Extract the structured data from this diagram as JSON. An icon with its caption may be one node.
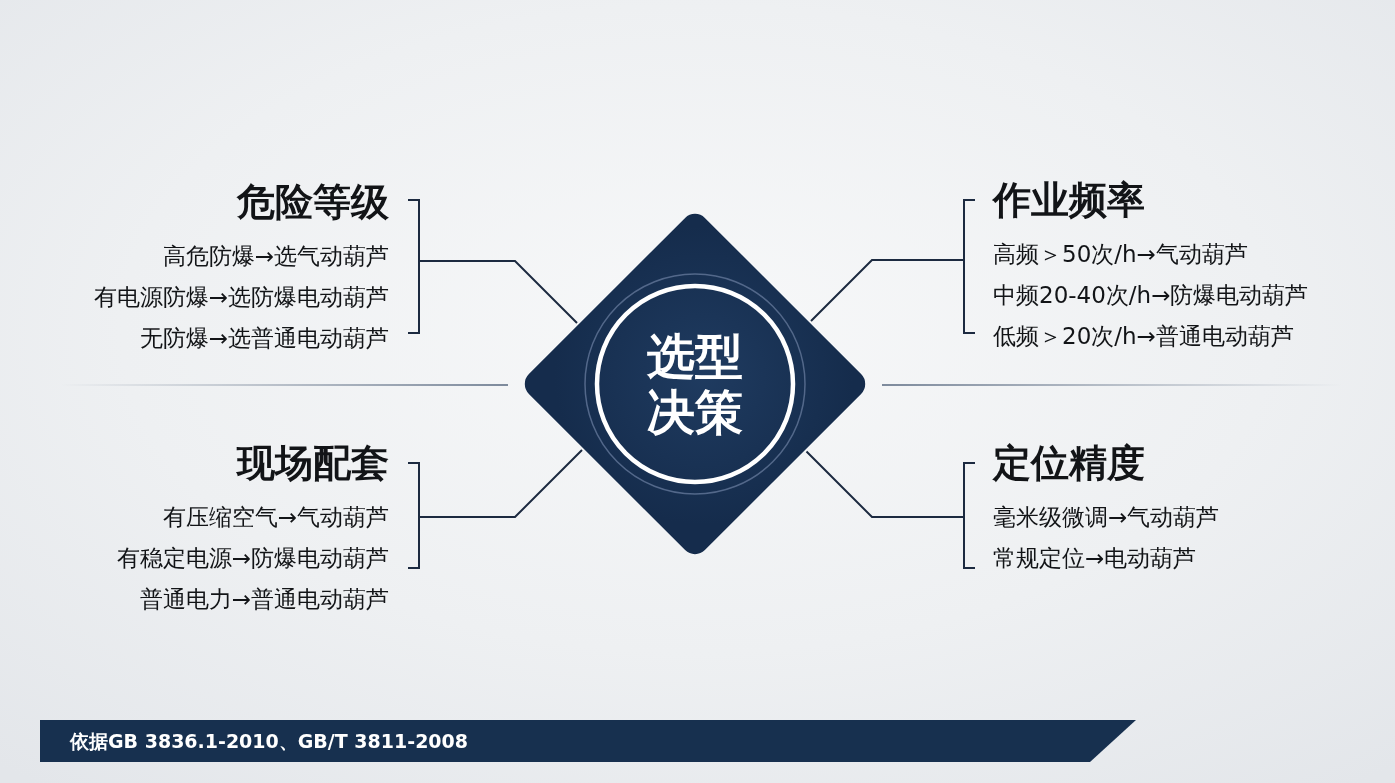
{
  "diagram": {
    "nodes": [
      {
        "text": [
          "危险等级",
          "高危防爆→选气动葫芦",
          "有电源防爆→选防爆电动葫芦",
          "无防爆→选普通电动葫芦"
        ]
      },
      {
        "text": [
          "作业频率",
          "高频＞50次/h→气动葫芦",
          "中频20-40次/h→防爆电动葫芦",
          "低频＞20次/h→普通电动葫芦"
        ]
      },
      {
        "text": [
          "选型决策"
        ]
      },
      {
        "text": [
          "现场配套",
          "有压缩空气→气动葫芦",
          "有稳定电源→防爆电动葫芦",
          "普通电力→普通电动葫芦"
        ]
      },
      {
        "text": [
          "定位精度",
          "毫米级微调→气动葫芦",
          "常规定位→电动葫芦"
        ]
      }
    ],
    "edges": [
      {
        "from": 0,
        "to": 2,
        "arrow": "none"
      },
      {
        "from": 1,
        "to": 2,
        "arrow": "none"
      },
      {
        "from": 3,
        "to": 2,
        "arrow": "none"
      },
      {
        "from": 4,
        "to": 2,
        "arrow": "none"
      }
    ],
    "labels": [
      "依据GB 3836.1-2010、GB/T 3811-2008"
    ]
  }
}
